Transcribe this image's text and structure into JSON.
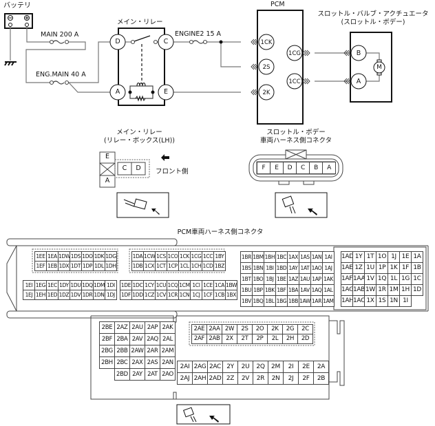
{
  "schematic": {
    "battery": {
      "label": "バッテリ",
      "neg": "⊖",
      "pos": "⊕"
    },
    "fuses": {
      "main": "MAIN 200 A",
      "eng_main": "ENG.MAIN 40 A",
      "engine2": "ENGINE2 15 A"
    },
    "main_relay": {
      "label": "メイン・リレー",
      "terminals": [
        "D",
        "C",
        "A",
        "E"
      ]
    },
    "pcm": {
      "label": "PCM",
      "left_terminals": [
        "1CK",
        "2S",
        "2K"
      ],
      "right_terminals": [
        "1CG",
        "1CC"
      ]
    },
    "actuator": {
      "label_line1": "スロットル・バルブ・アクチュエータ",
      "label_line2": "(スロットル・ボデー)",
      "terminals": [
        "B",
        "A"
      ],
      "motor": "M"
    }
  },
  "connectors": {
    "relay_view": {
      "title_line1": "メイン・リレー",
      "title_line2": "(リレー・ボックス(LH))",
      "pins_left": [
        "E",
        "A"
      ],
      "pins_right": [
        "C",
        "D"
      ],
      "front_label": "フロント側"
    },
    "throttle_view": {
      "title_line1": "スロットル・ボデー",
      "title_line2": "車両ハーネス側コネクタ",
      "pins": [
        "F",
        "E",
        "D",
        "C",
        "B",
        "A"
      ]
    },
    "pcm_view": {
      "title": "PCM車両ハーネス側コネクタ",
      "upper_block1": [
        [
          "1EE",
          "1EA",
          "1DW",
          "1DS",
          "1DO",
          "1DK",
          "1DG"
        ],
        [
          "1EF",
          "1EB",
          "1DX",
          "1DT",
          "1DP",
          "1DL",
          "1DH"
        ]
      ],
      "upper_block2": [
        [
          "1DA",
          "1CW",
          "1CS",
          "1CO",
          "1CK",
          "1CG",
          "1CC",
          "1BY"
        ],
        [
          "1DB",
          "1CX",
          "1CT",
          "1CP",
          "1CL",
          "1CH",
          "1CD",
          "1BZ"
        ]
      ],
      "lower_block1": [
        [
          "1EI",
          "1EG",
          "1EC",
          "1DY",
          "1DU",
          "1DQ",
          "1DM",
          "1DI"
        ],
        [
          "1EJ",
          "1EH",
          "1ED",
          "1DZ",
          "1DV",
          "1DR",
          "1DN",
          "1DJ"
        ]
      ],
      "lower_block2": [
        [
          "1DE",
          "1DC",
          "1CY",
          "1CU",
          "1CQ",
          "1CM",
          "1CI",
          "1CE",
          "1CA",
          "1BW"
        ],
        [
          "1DF",
          "1DD",
          "1CZ",
          "1CV",
          "1CR",
          "1CN",
          "1CJ",
          "1CF",
          "1CB",
          "1BX"
        ]
      ],
      "grid_mid": [
        [
          "1BR",
          "1BM",
          "1BH",
          "1BC",
          "1AX",
          "1AS",
          "1AN",
          "1AI"
        ],
        [
          "1BS",
          "1BN",
          "1BI",
          "1BD",
          "1AY",
          "1AT",
          "1AO",
          "1AJ"
        ],
        [
          "1BT",
          "1BO",
          "1BJ",
          "1BE",
          "1AZ",
          "1AU",
          "1AP",
          "1AK"
        ],
        [
          "1BU",
          "1BP",
          "1BK",
          "1BF",
          "1BA",
          "1AV",
          "1AQ",
          "1AL"
        ],
        [
          "1BV",
          "1BQ",
          "1BL",
          "1BG",
          "1BB",
          "1AW",
          "1AR",
          "1AM"
        ]
      ],
      "grid_right": [
        [
          "1AD",
          "1Y",
          "1T",
          "1O",
          "1J",
          "1E",
          "1A"
        ],
        [
          "1AE",
          "1Z",
          "1U",
          "1P",
          "1K",
          "1F",
          "1B"
        ],
        [
          "1AF",
          "1AA",
          "1V",
          "1Q",
          "1L",
          "1G",
          "1C"
        ],
        [
          "1AG",
          "1AB",
          "1W",
          "1R",
          "1M",
          "1H",
          "1D"
        ],
        [
          "1AH",
          "1AC",
          "1X",
          "1S",
          "1N",
          "1I",
          ""
        ]
      ],
      "c2_left": [
        [
          "2BE",
          "2AZ",
          "2AU",
          "2AP",
          "2AK"
        ],
        [
          "2BF",
          "2BA",
          "2AV",
          "2AQ",
          "2AL"
        ],
        [
          "2BG",
          "2BB",
          "2AW",
          "2AR",
          "2AM"
        ],
        [
          "2BH",
          "2BC",
          "2AX",
          "2AS",
          "2AN"
        ],
        [
          "",
          "2BD",
          "2AY",
          "2AT",
          "2AO"
        ]
      ],
      "c2_upper": [
        [
          "2AE",
          "2AA",
          "2W",
          "2S",
          "2O",
          "2K",
          "2G",
          "2C"
        ],
        [
          "2AF",
          "2AB",
          "2X",
          "2T",
          "2P",
          "2L",
          "2H",
          "2D"
        ]
      ],
      "c2_lower": [
        [
          "2AI",
          "2AG",
          "2AC",
          "2Y",
          "2U",
          "2Q",
          "2M",
          "2I",
          "2E",
          "2A"
        ],
        [
          "2AJ",
          "2AH",
          "2AD",
          "2Z",
          "2V",
          "2R",
          "2N",
          "2J",
          "2F",
          "2B"
        ]
      ]
    }
  }
}
